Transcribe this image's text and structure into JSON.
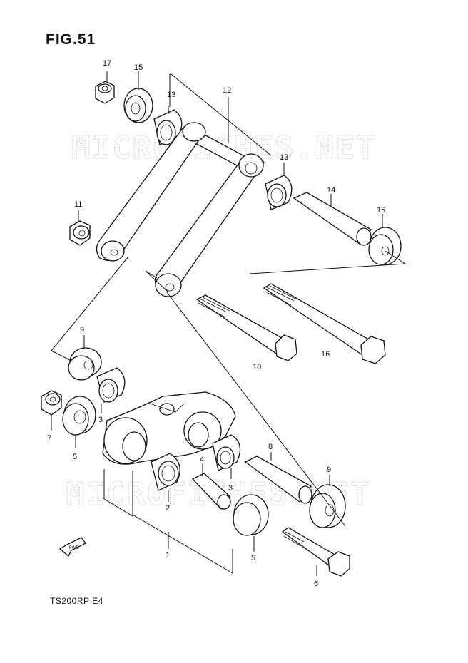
{
  "figure": {
    "title": "FIG.51",
    "model_code": "TS200RP  E4",
    "watermark": "MICROFICHES.NET",
    "fwd_label": "FWD"
  },
  "callouts": [
    "17",
    "15",
    "13",
    "12",
    "13",
    "14",
    "15",
    "11",
    "9",
    "10",
    "16",
    "7",
    "3",
    "5",
    "8",
    "4",
    "3",
    "9",
    "2",
    "5",
    "1",
    "6"
  ]
}
